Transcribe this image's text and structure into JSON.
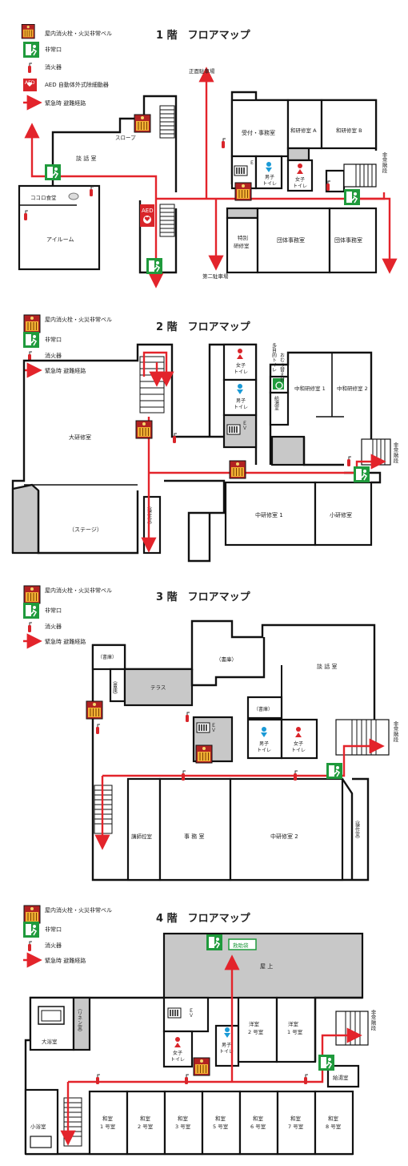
{
  "legend": {
    "hydrant": "屋内消火栓・火災非常ベル",
    "exit": "非常口",
    "extinguisher": "消火器",
    "aed": "AED 自動体外式除細動器",
    "route": "緊急時 避難経路",
    "aed_mark": "AED"
  },
  "floor1": {
    "title": "1 階　フロアマップ",
    "front_parking": "正面駐車場",
    "second_parking": "第二駐車場",
    "reception": "受付・事務室",
    "trainingA": "和研修室 A",
    "trainingB": "和研修室 B",
    "slope": "スロープ",
    "talk": "談 話 室",
    "cafe": "ココロ食堂",
    "iroom": "アイルーム",
    "special1": "特別",
    "special2": "研修室",
    "group1": "団体事務室",
    "group2": "団体事務室",
    "emergency_stairs": "非常階段",
    "ev": "ＥＶ",
    "men1": "男子",
    "men2": "トイレ",
    "women1": "女子",
    "women2": "トイレ"
  },
  "floor2": {
    "title": "2 階　フロアマップ",
    "main_hall": "大研修室",
    "stage": "（ステージ）",
    "control": "（操作室）",
    "women1": "女子",
    "women2": "トイレ",
    "men1": "男子",
    "men2": "トイレ",
    "ev": "ＥＶ",
    "multi": "多目的トイレ",
    "diaper": "おむつ替え台",
    "kitchen": "給湯室",
    "mid1": "中和研修室 1",
    "mid2": "中和研修室 2",
    "midroom1": "中研修室 1",
    "small": "小研修室",
    "emergency_stairs": "非常階段"
  },
  "floor3": {
    "title": "3 階　フロアマップ",
    "storage1": "（書庫）",
    "storage2": "（書庫）",
    "storage3": "（書庫）",
    "storage4": "（書庫）",
    "terrace": "テラス",
    "ev": "ＥＶ",
    "talk": "談 話 室",
    "men1": "男子",
    "men2": "トイレ",
    "women1": "女子",
    "women2": "トイレ",
    "lecturer": "講師控室",
    "office": "事 務 室",
    "mid2": "中研修室 2",
    "control": "（操作室）",
    "emergency_stairs": "非常階段"
  },
  "floor4": {
    "title": "4 階　フロアマップ",
    "rescue": "救助袋",
    "rooftop": "屋 上",
    "bath": "大浴室",
    "linen": "（リネン室）",
    "ev": "ＥＶ",
    "women1": "女子",
    "women2": "トイレ",
    "men1": "男子",
    "men2": "トイレ",
    "western2a": "洋室",
    "western2b": "2 号室",
    "western1a": "洋室",
    "western1b": "1 号室",
    "kitchen": "給湯室",
    "small_bath": "小浴室",
    "emergency_stairs": "非常階段",
    "rooms": [
      {
        "a": "和室",
        "b": "1 号室"
      },
      {
        "a": "和室",
        "b": "2 号室"
      },
      {
        "a": "和室",
        "b": "3 号室"
      },
      {
        "a": "和室",
        "b": "5 号室"
      },
      {
        "a": "和室",
        "b": "6 号室"
      },
      {
        "a": "和室",
        "b": "7 号室"
      },
      {
        "a": "和室",
        "b": "8 号室"
      }
    ]
  },
  "colors": {
    "route": "#e3242b",
    "exit": "#1f9a3c",
    "gray": "#c8c8c8",
    "hydrant": "#c0392b",
    "men": "#1a9ad6",
    "women": "#d9252a"
  }
}
